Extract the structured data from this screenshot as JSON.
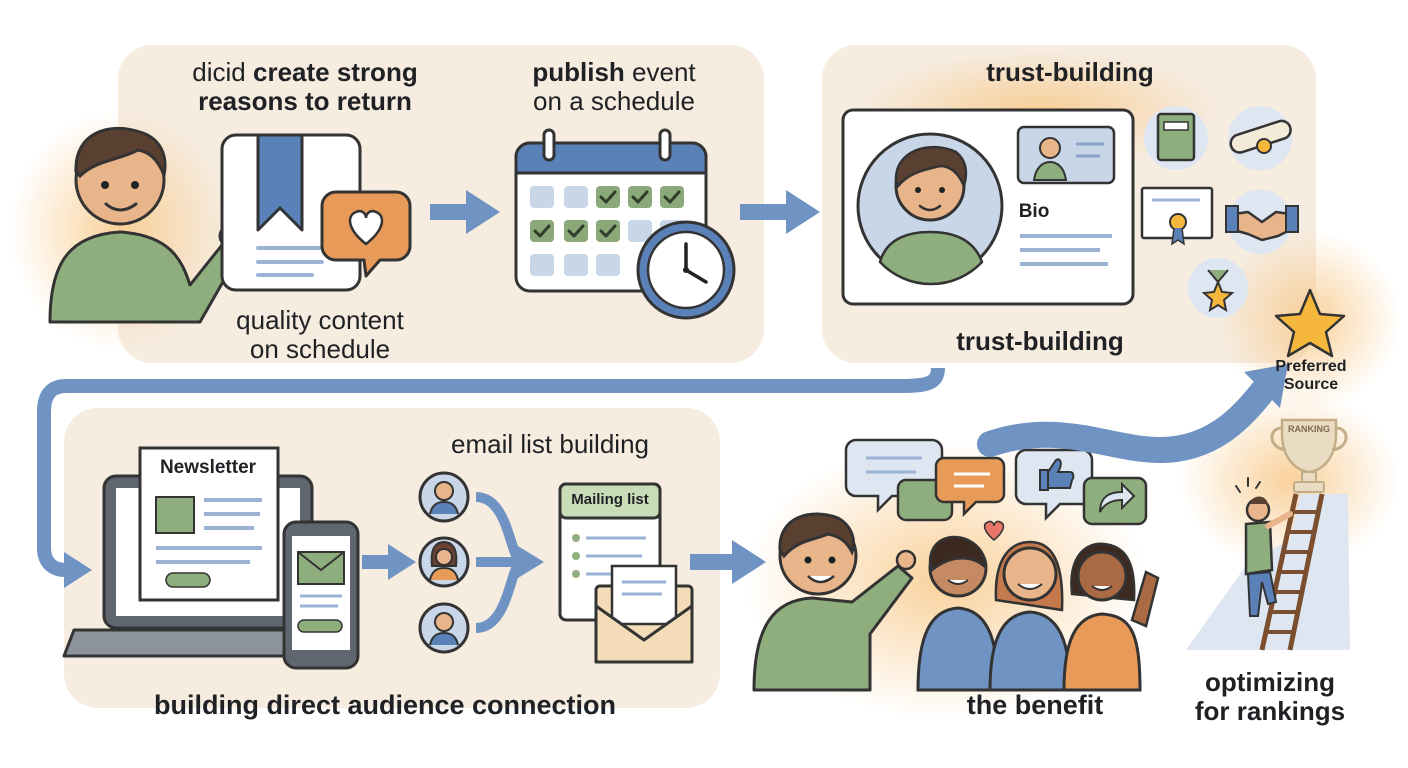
{
  "steps": {
    "create": {
      "line1_prefix": "dicid",
      "line1_bold": "create strong",
      "line2_bold": "reasons to return",
      "caption_line1": "quality content",
      "caption_line2": "on schedule"
    },
    "publish": {
      "line1_bold": "publish",
      "line1_rest": "event",
      "line2": "on a schedule"
    },
    "trust": {
      "title": "trust-building",
      "bio_label": "Bio",
      "caption": "trust-building"
    },
    "preferred": {
      "line1": "Preferred",
      "line2": "Source"
    },
    "audience": {
      "newsletter_label": "Newsletter",
      "email_title": "email list building",
      "mailing_label": "Mailing list",
      "caption": "building direct audience connection"
    },
    "benefit": {
      "caption": "the benefit"
    },
    "rankings": {
      "trophy_label": "RANKING",
      "caption_line1": "optimizing",
      "caption_line2": "for rankings"
    }
  },
  "colors": {
    "panel": "#f6ece0",
    "arrow": "#6f93c3",
    "blue": "#5b82b8",
    "green": "#8fae7e",
    "orange": "#e89a58",
    "skin": "#e8b48a",
    "gold": "#f5b83c",
    "check": "#8aa878"
  }
}
